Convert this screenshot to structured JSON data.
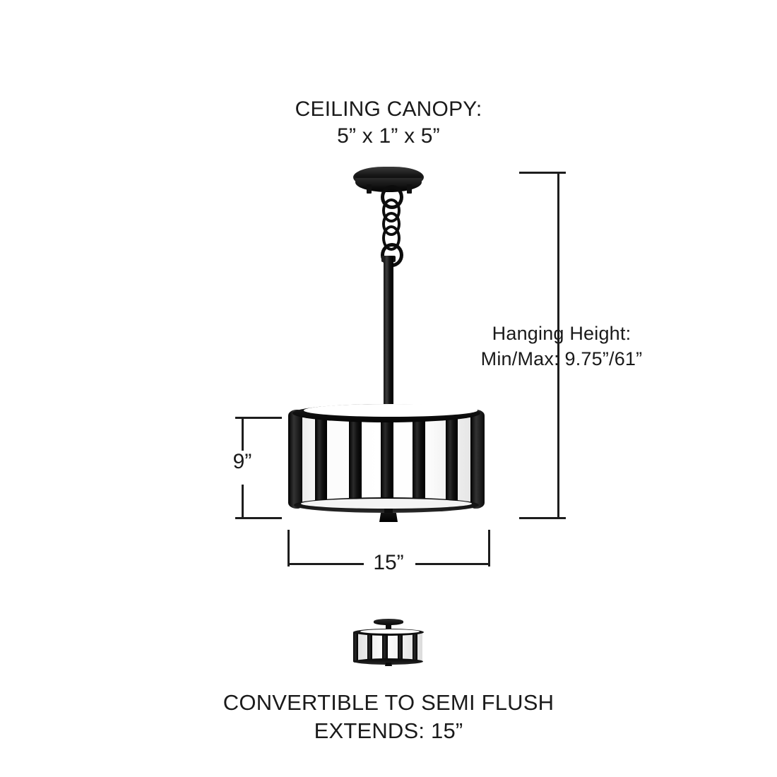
{
  "diagram": {
    "product": "drum pendant light",
    "background_color": "#ffffff",
    "line_color": "#1d1d1d",
    "fixture_finish_color": "#0d0d0d",
    "shade_color": "#ffffff"
  },
  "labels": {
    "canopy": "CEILING CANOPY:\n5” x 1” x 5”",
    "hanging_height": "Hanging Height:\nMin/Max: 9.75”/61”",
    "convertible": "CONVERTIBLE TO SEMI FLUSH\nEXTENDS: 15”"
  },
  "dimensions": {
    "shade_height": "9”",
    "shade_width": "15”"
  }
}
